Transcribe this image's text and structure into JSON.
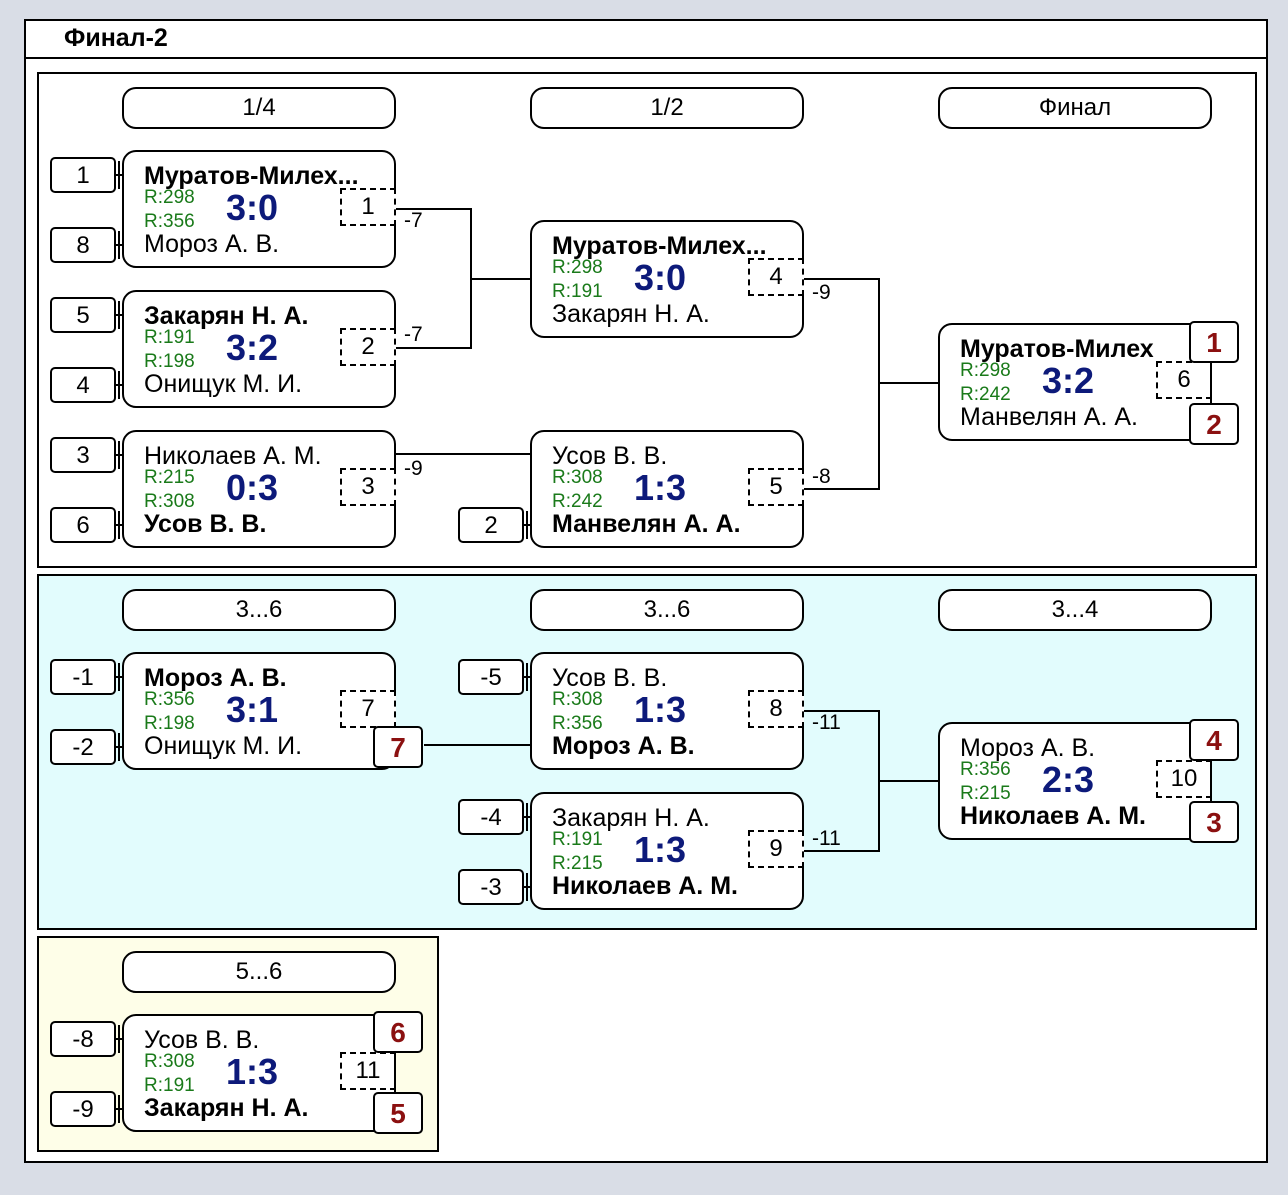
{
  "title": "Финал-2",
  "headers": {
    "qf": "1/4",
    "sf": "1/2",
    "final": "Финал",
    "c36a": "3...6",
    "c36b": "3...6",
    "c34": "3...4",
    "c56": "5...6"
  },
  "seeds": {
    "s1": "1",
    "s8": "8",
    "s5": "5",
    "s4": "4",
    "s3": "3",
    "s6": "6",
    "s2": "2",
    "m1": "-1",
    "m2": "-2",
    "m5": "-5",
    "m4": "-4",
    "m3": "-3",
    "m8": "-8",
    "m9": "-9"
  },
  "matches": {
    "m1": {
      "p1": "Муратов-Милех...",
      "r1": "R:298",
      "r2": "R:356",
      "p2": "Мороз А. В.",
      "score": "3:0",
      "num": "1",
      "loser": "-7"
    },
    "m2": {
      "p1": "Закарян Н. А.",
      "r1": "R:191",
      "r2": "R:198",
      "p2": "Онищук М. И.",
      "score": "3:2",
      "num": "2",
      "loser": "-7"
    },
    "m3": {
      "p1": "Николаев А. М.",
      "r1": "R:215",
      "r2": "R:308",
      "p2": "Усов В. В.",
      "score": "0:3",
      "num": "3",
      "loser": "-9"
    },
    "m4": {
      "p1": "Муратов-Милех...",
      "r1": "R:298",
      "r2": "R:191",
      "p2": "Закарян Н. А.",
      "score": "3:0",
      "num": "4",
      "loser": "-9"
    },
    "m5": {
      "p1": "Усов В. В.",
      "r1": "R:308",
      "r2": "R:242",
      "p2": "Манвелян А. А.",
      "score": "1:3",
      "num": "5",
      "loser": "-8"
    },
    "m6": {
      "p1": "Муратов-Милех",
      "r1": "R:298",
      "r2": "R:242",
      "p2": "Манвелян А. А.",
      "score": "3:2",
      "num": "6"
    },
    "m7": {
      "p1": "Мороз А. В.",
      "r1": "R:356",
      "r2": "R:198",
      "p2": "Онищук М. И.",
      "score": "3:1",
      "num": "7"
    },
    "m8": {
      "p1": "Усов В. В.",
      "r1": "R:308",
      "r2": "R:356",
      "p2": "Мороз А. В.",
      "score": "1:3",
      "num": "8",
      "loser": "-11"
    },
    "m9": {
      "p1": "Закарян Н. А.",
      "r1": "R:191",
      "r2": "R:215",
      "p2": "Николаев А. М.",
      "score": "1:3",
      "num": "9",
      "loser": "-11"
    },
    "m10": {
      "p1": "Мороз А. В.",
      "r1": "R:356",
      "r2": "R:215",
      "p2": "Николаев А. М.",
      "score": "2:3",
      "num": "10"
    },
    "m11": {
      "p1": "Усов В. В.",
      "r1": "R:308",
      "r2": "R:191",
      "p2": "Закарян Н. А.",
      "score": "1:3",
      "num": "11"
    }
  },
  "places": {
    "p1": "1",
    "p2": "2",
    "p3": "3",
    "p4": "4",
    "p5": "5",
    "p6": "6",
    "p7": "7"
  },
  "colors": {
    "panel_main": "#ffffff",
    "panel_cyan": "#e2fcfd",
    "panel_yellow": "#fefee8",
    "score": "#0d1a7a",
    "rating": "#1a7a1a",
    "place": "#8b1010"
  }
}
